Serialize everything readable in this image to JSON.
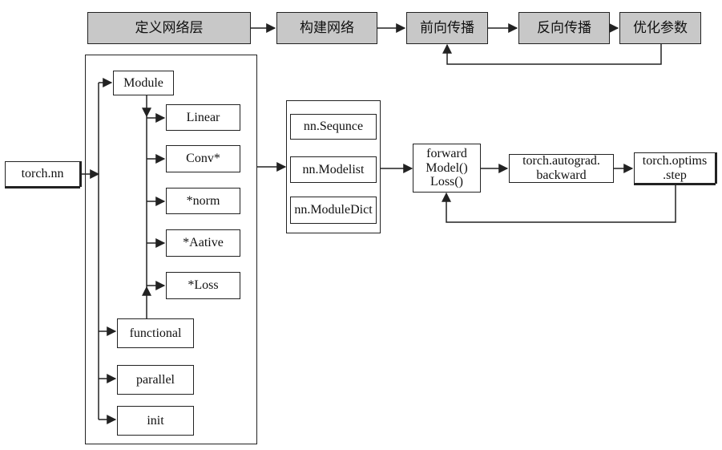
{
  "top_flow": [
    "定义网络层",
    "构建网络",
    "前向传播",
    "反向传播",
    "优化参数"
  ],
  "root": "torch.nn",
  "module": "Module",
  "module_children": [
    "Linear",
    "Conv*",
    "*norm",
    "*Aative",
    "*Loss"
  ],
  "nn_others": [
    "functional",
    "parallel",
    "init"
  ],
  "containers": [
    "nn.Sequnce",
    "nn.Modelist",
    "nn.ModuleDict"
  ],
  "forward_lines": [
    "forward",
    "Model()",
    "Loss()"
  ],
  "backward_lines": [
    "torch.autograd.",
    "backward"
  ],
  "step_lines": [
    "torch.optims",
    ".step"
  ]
}
